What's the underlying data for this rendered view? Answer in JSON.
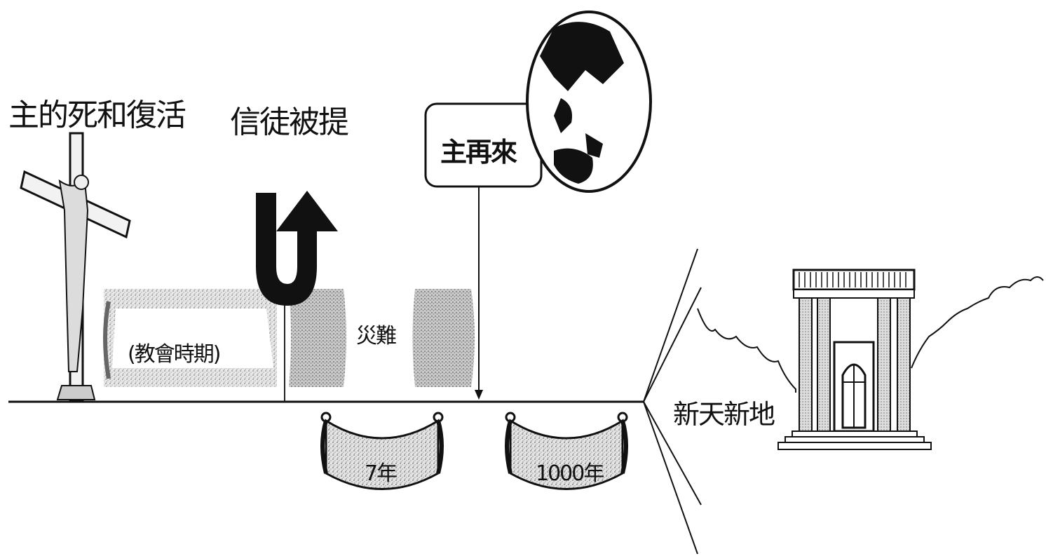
{
  "labels": {
    "death_resurrection": "主的死和復活",
    "rapture": "信徒被提",
    "second_coming": "主再來",
    "church_age": "(教會時期)",
    "tribulation": "災難",
    "seven_years": "7年",
    "thousand_years": "1000年",
    "new_heaven_earth": "新天新地"
  },
  "colors": {
    "ink": "#111111",
    "shade": "#9a9a9a",
    "background": "#ffffff"
  }
}
